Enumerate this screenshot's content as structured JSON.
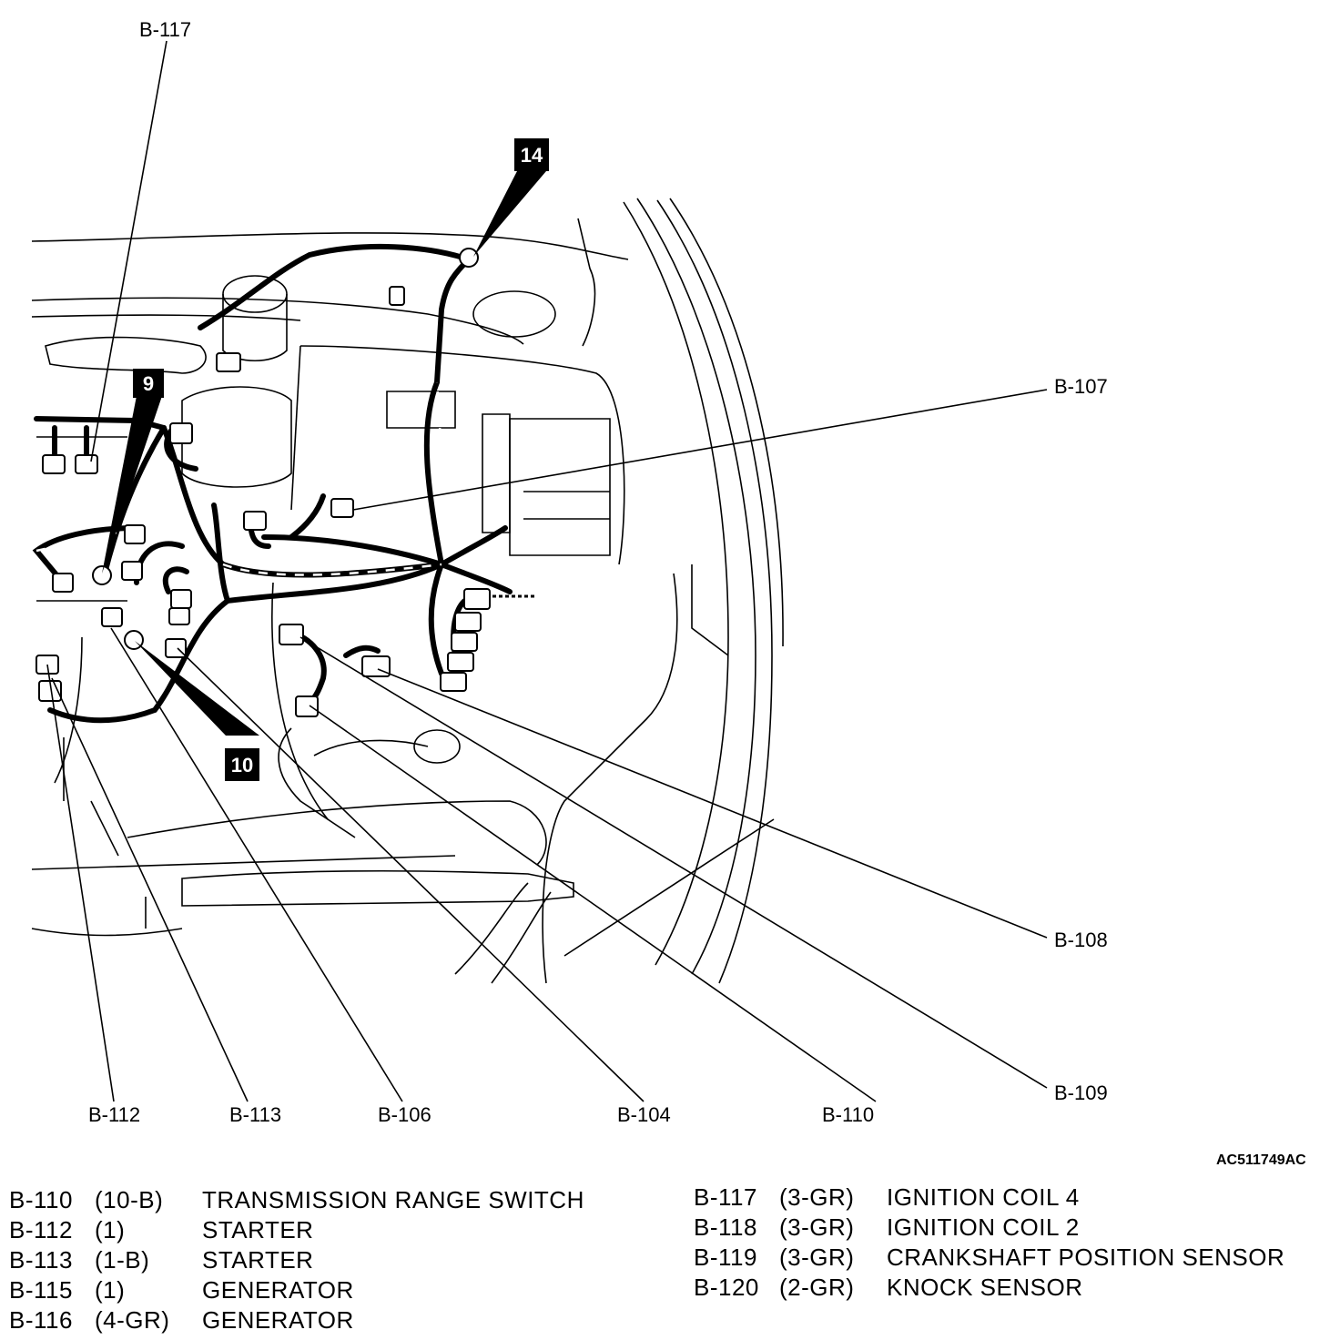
{
  "image_code": "AC511749AC",
  "callouts": {
    "b117": "B-117",
    "b107": "B-107",
    "b108": "B-108",
    "b109": "B-109",
    "b110": "B-110",
    "b104": "B-104",
    "b106": "B-106",
    "b113": "B-113",
    "b112": "B-112"
  },
  "markers": {
    "m14": "14",
    "m9": "9",
    "m10": "10"
  },
  "legend_left": [
    {
      "id": "B-110",
      "spec": "(10-B)",
      "desc": "TRANSMISSION RANGE SWITCH"
    },
    {
      "id": "B-112",
      "spec": "(1)",
      "desc": "STARTER"
    },
    {
      "id": "B-113",
      "spec": "(1-B)",
      "desc": "STARTER"
    },
    {
      "id": "B-115",
      "spec": "(1)",
      "desc": "GENERATOR"
    },
    {
      "id": "B-116",
      "spec": "(4-GR)",
      "desc": "GENERATOR"
    }
  ],
  "legend_right": [
    {
      "id": "B-117",
      "spec": "(3-GR)",
      "desc": "IGNITION COIL 4"
    },
    {
      "id": "B-118",
      "spec": "(3-GR)",
      "desc": "IGNITION COIL 2"
    },
    {
      "id": "B-119",
      "spec": "(3-GR)",
      "desc": "CRANKSHAFT POSITION SENSOR"
    },
    {
      "id": "B-120",
      "spec": "(2-GR)",
      "desc": "KNOCK SENSOR"
    }
  ]
}
